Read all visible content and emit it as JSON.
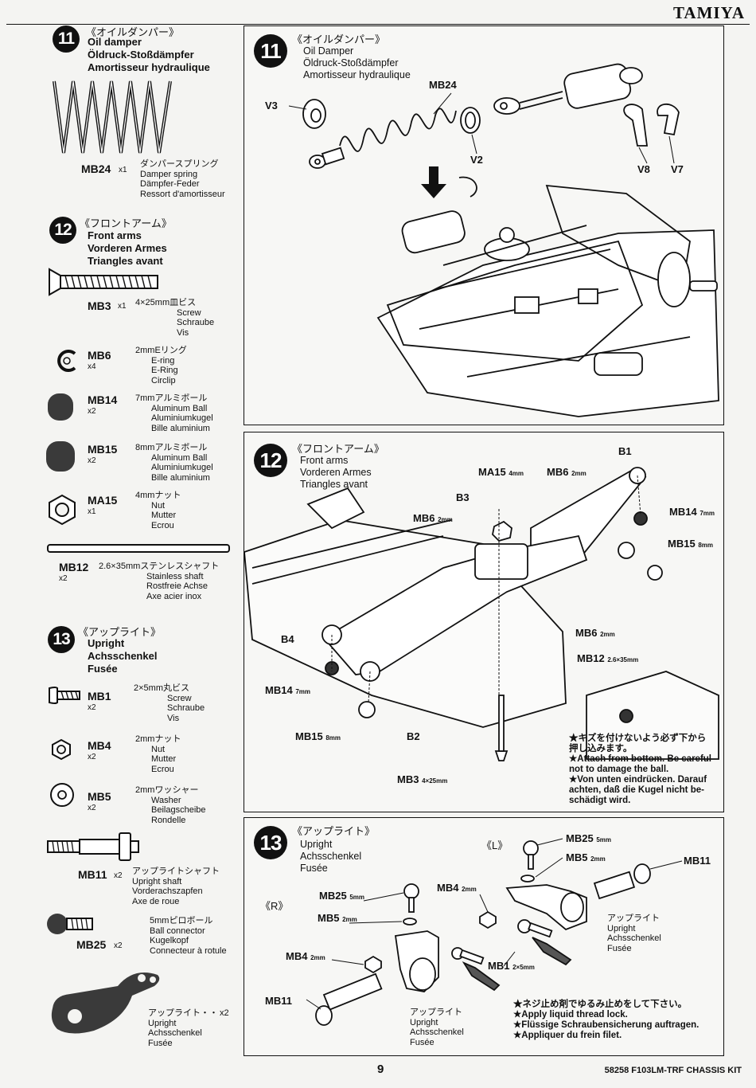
{
  "header": {
    "brand": "TAMIYA"
  },
  "left": {
    "s11": {
      "num": "11",
      "jp": "《オイルダンパー》",
      "titles": [
        "Oil damper",
        "Öldruck-Stoßdämpfer",
        "Amortisseur hydraulique"
      ],
      "parts": [
        {
          "pn": "MB24",
          "qty": "x1",
          "desc": [
            "ダンパースプリング",
            "Damper spring",
            "Dämpfer-Feder",
            "Ressort d'amortisseur"
          ]
        }
      ]
    },
    "s12": {
      "num": "12",
      "jp": "《フロントアーム》",
      "titles": [
        "Front arms",
        "Vorderen Armes",
        "Triangles avant"
      ],
      "parts": [
        {
          "pn": "MB3",
          "qty": "x1",
          "desc": [
            "4×25mm皿ビス",
            "Screw",
            "Schraube",
            "Vis"
          ]
        },
        {
          "pn": "MB6",
          "qty": "x4",
          "desc": [
            "2mmEリング",
            "E-ring",
            "E-Ring",
            "Circlip"
          ]
        },
        {
          "pn": "MB14",
          "qty": "x2",
          "desc": [
            "7mmアルミボール",
            "Aluminum Ball",
            "Aluminiumkugel",
            "Bille aluminium"
          ]
        },
        {
          "pn": "MB15",
          "qty": "x2",
          "desc": [
            "8mmアルミボール",
            "Aluminum Ball",
            "Aluminiumkugel",
            "Bille aluminium"
          ]
        },
        {
          "pn": "MA15",
          "qty": "x1",
          "desc": [
            "4mmナット",
            "Nut",
            "Mutter",
            "Ecrou"
          ]
        },
        {
          "pn": "MB12",
          "qty": "x2",
          "desc": [
            "2.6×35mmステンレスシャフト",
            "Stainless shaft",
            "Rostfreie Achse",
            "Axe acier inox"
          ]
        }
      ]
    },
    "s13": {
      "num": "13",
      "jp": "《アップライト》",
      "titles": [
        "Upright",
        "Achsschenkel",
        "Fusée"
      ],
      "parts": [
        {
          "pn": "MB1",
          "qty": "x2",
          "desc": [
            "2×5mm丸ビス",
            "Screw",
            "Schraube",
            "Vis"
          ]
        },
        {
          "pn": "MB4",
          "qty": "x2",
          "desc": [
            "2mmナット",
            "Nut",
            "Mutter",
            "Ecrou"
          ]
        },
        {
          "pn": "MB5",
          "qty": "x2",
          "desc": [
            "2mmワッシャー",
            "Washer",
            "Beilagscheibe",
            "Rondelle"
          ]
        },
        {
          "pn": "MB11",
          "qty": "x2",
          "desc": [
            "アップライトシャフト",
            "Upright shaft",
            "Vorderachszapfen",
            "Axe de roue"
          ]
        },
        {
          "pn": "MB25",
          "qty": "x2",
          "desc": [
            "5mmピロボール",
            "Ball connector",
            "Kugelkopf",
            "Connecteur à rotule"
          ]
        },
        {
          "pn": "",
          "qty": "x2",
          "desc": [
            "アップライト・・",
            "Upright",
            "Achsschenkel",
            "Fusée"
          ]
        }
      ]
    }
  },
  "right": {
    "s11": {
      "num": "11",
      "jp": "《オイルダンパー》",
      "titles": [
        "Oil Damper",
        "Öldruck-Stoßdämpfer",
        "Amortisseur hydraulique"
      ],
      "labels": {
        "mb24": "MB24",
        "v3": "V3",
        "v2": "V2",
        "v8": "V8",
        "v7": "V7"
      }
    },
    "s12": {
      "num": "12",
      "jp": "《フロントアーム》",
      "titles": [
        "Front arms",
        "Vorderen Armes",
        "Triangles avant"
      ],
      "labels": {
        "b1": "B1",
        "b2": "B2",
        "b3": "B3",
        "b4": "B4",
        "ma15": "MA15",
        "ma15s": "4mm",
        "mb6a": "MB6",
        "mb6as": "2mm",
        "mb6b": "MB6",
        "mb6bs": "2mm",
        "mb6c": "MB6",
        "mb6cs": "2mm",
        "mb14a": "MB14",
        "mb14as": "7mm",
        "mb14b": "MB14",
        "mb14bs": "7mm",
        "mb15a": "MB15",
        "mb15as": "8mm",
        "mb15b": "MB15",
        "mb15bs": "8mm",
        "mb12": "MB12",
        "mb12s": "2.6×35mm",
        "mb3": "MB3",
        "mb3s": "4×25mm"
      },
      "note": [
        "★キズを付けないよう必ず下から",
        "押し込みます。",
        "★Attach from bottom. Be careful",
        "not to damage the ball.",
        "★Von unten eindrücken. Darauf",
        "achten, daß die Kugel nicht be-",
        "schädigt wird."
      ]
    },
    "s13": {
      "num": "13",
      "jp": "《アップライト》",
      "titles": [
        "Upright",
        "Achsschenkel",
        "Fusée"
      ],
      "side_l": "《L》",
      "side_r": "《R》",
      "labels": {
        "mb25l": "MB25",
        "mb25ls": "5mm",
        "mb5l": "MB5",
        "mb5ls": "2mm",
        "mb11l": "MB11",
        "mb4l": "MB4",
        "mb4ls": "2mm",
        "mb25r": "MB25",
        "mb25rs": "5mm",
        "mb5r": "MB5",
        "mb5rs": "2mm",
        "mb4r": "MB4",
        "mb4rs": "2mm",
        "mb11r": "MB11",
        "mb1": "MB1",
        "mb1s": "2×5mm"
      },
      "upr_l": [
        "アップライト",
        "Upright",
        "Achsschenkel",
        "Fusée"
      ],
      "upr_r": [
        "アップライト",
        "Upright",
        "Achsschenkel",
        "Fusée"
      ],
      "note": [
        "★ネジ止め剤でゆるみ止めをして下さい。",
        "★Apply liquid thread lock.",
        "★Flüssige Schraubensicherung auftragen.",
        "★Appliquer du frein filet."
      ]
    }
  },
  "footer": {
    "page": "9",
    "kit": "58258 F103LM-TRF CHASSIS KIT"
  }
}
